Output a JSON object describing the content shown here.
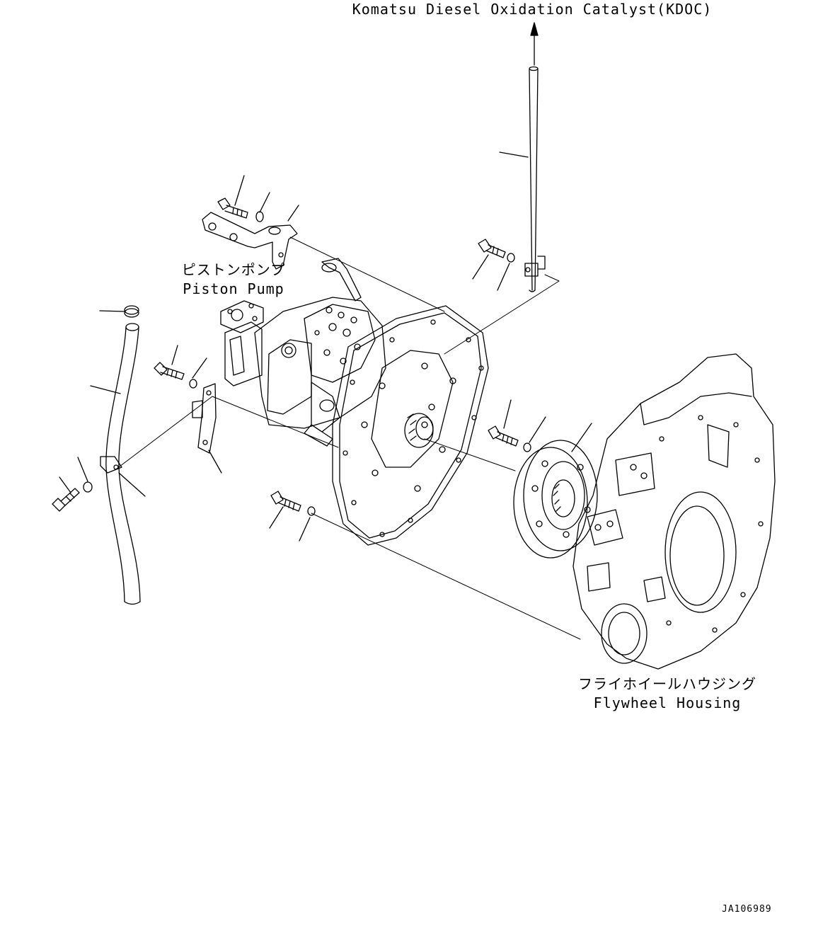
{
  "labels": {
    "kdoc": "Komatsu Diesel Oxidation Catalyst(KDOC)",
    "piston_pump_jp": "ピストンポンプ",
    "piston_pump_en": "Piston Pump",
    "flywheel_housing_jp": "フライホイールハウジング",
    "flywheel_housing_en": "Flywheel Housing",
    "drawing_code": "JA106989"
  },
  "colors": {
    "line": "#000000",
    "background": "#ffffff"
  }
}
